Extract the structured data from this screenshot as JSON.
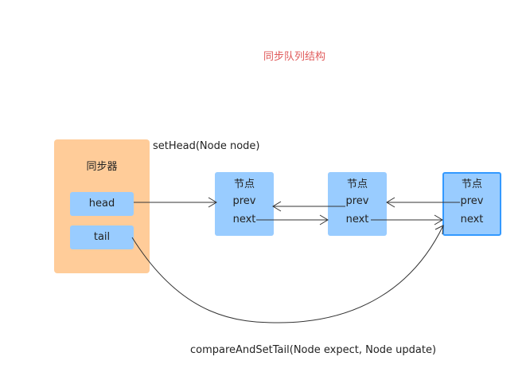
{
  "title": "同步队列结构",
  "synchronizer": {
    "label": "同步器",
    "head_label": "head",
    "tail_label": "tail"
  },
  "nodes": [
    {
      "title": "节点",
      "prev": "prev",
      "next": "next"
    },
    {
      "title": "节点",
      "prev": "prev",
      "next": "next"
    },
    {
      "title": "节点",
      "prev": "prev",
      "next": "next"
    }
  ],
  "labels": {
    "set_head": "setHead(Node node)",
    "compare_and_set_tail": "compareAndSetTail(Node expect, Node update)"
  },
  "colors": {
    "synchronizer_fill": "#ffcc99",
    "node_fill": "#99ccff",
    "selected_border": "#3399ff",
    "title_text": "#e05a5a"
  }
}
